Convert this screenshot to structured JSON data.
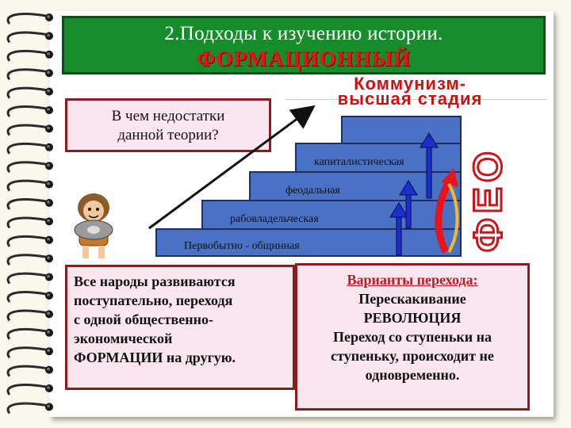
{
  "header": {
    "title": "2.Подходы к изучению истории.",
    "subtitle": "ФОРМАЦИОННЫЙ"
  },
  "top_label": {
    "line1": "Коммунизм-",
    "line2": "высшая стадия"
  },
  "question": {
    "line1": "В чем недостатки",
    "line2": "данной теории?"
  },
  "vertical_text": "ФЕО",
  "steps": [
    {
      "label": "Первобытно - общинная"
    },
    {
      "label": "рабовладельческая"
    },
    {
      "label": "феодальная"
    },
    {
      "label": "капиталистическая"
    }
  ],
  "left_box": {
    "lines": [
      "Все народы развиваются",
      "поступательно, переходя",
      "с одной общественно-",
      "экономической",
      "ФОРМАЦИИ  на другую."
    ]
  },
  "right_box": {
    "title": "Варианты перехода:",
    "lines": [
      "Перескакивание",
      "РЕВОЛЮЦИЯ",
      "Переход со ступеньки на",
      "ступеньку, происходит не",
      "одновременно."
    ]
  },
  "colors": {
    "header_bg": "#168c2a",
    "header_title": "#ffffff",
    "header_subtitle": "#e8141b",
    "step_fill": "#4a72c4",
    "box_bg": "#fbe6f0",
    "box_border": "#8a1d1d",
    "accent_red": "#c8161d"
  }
}
